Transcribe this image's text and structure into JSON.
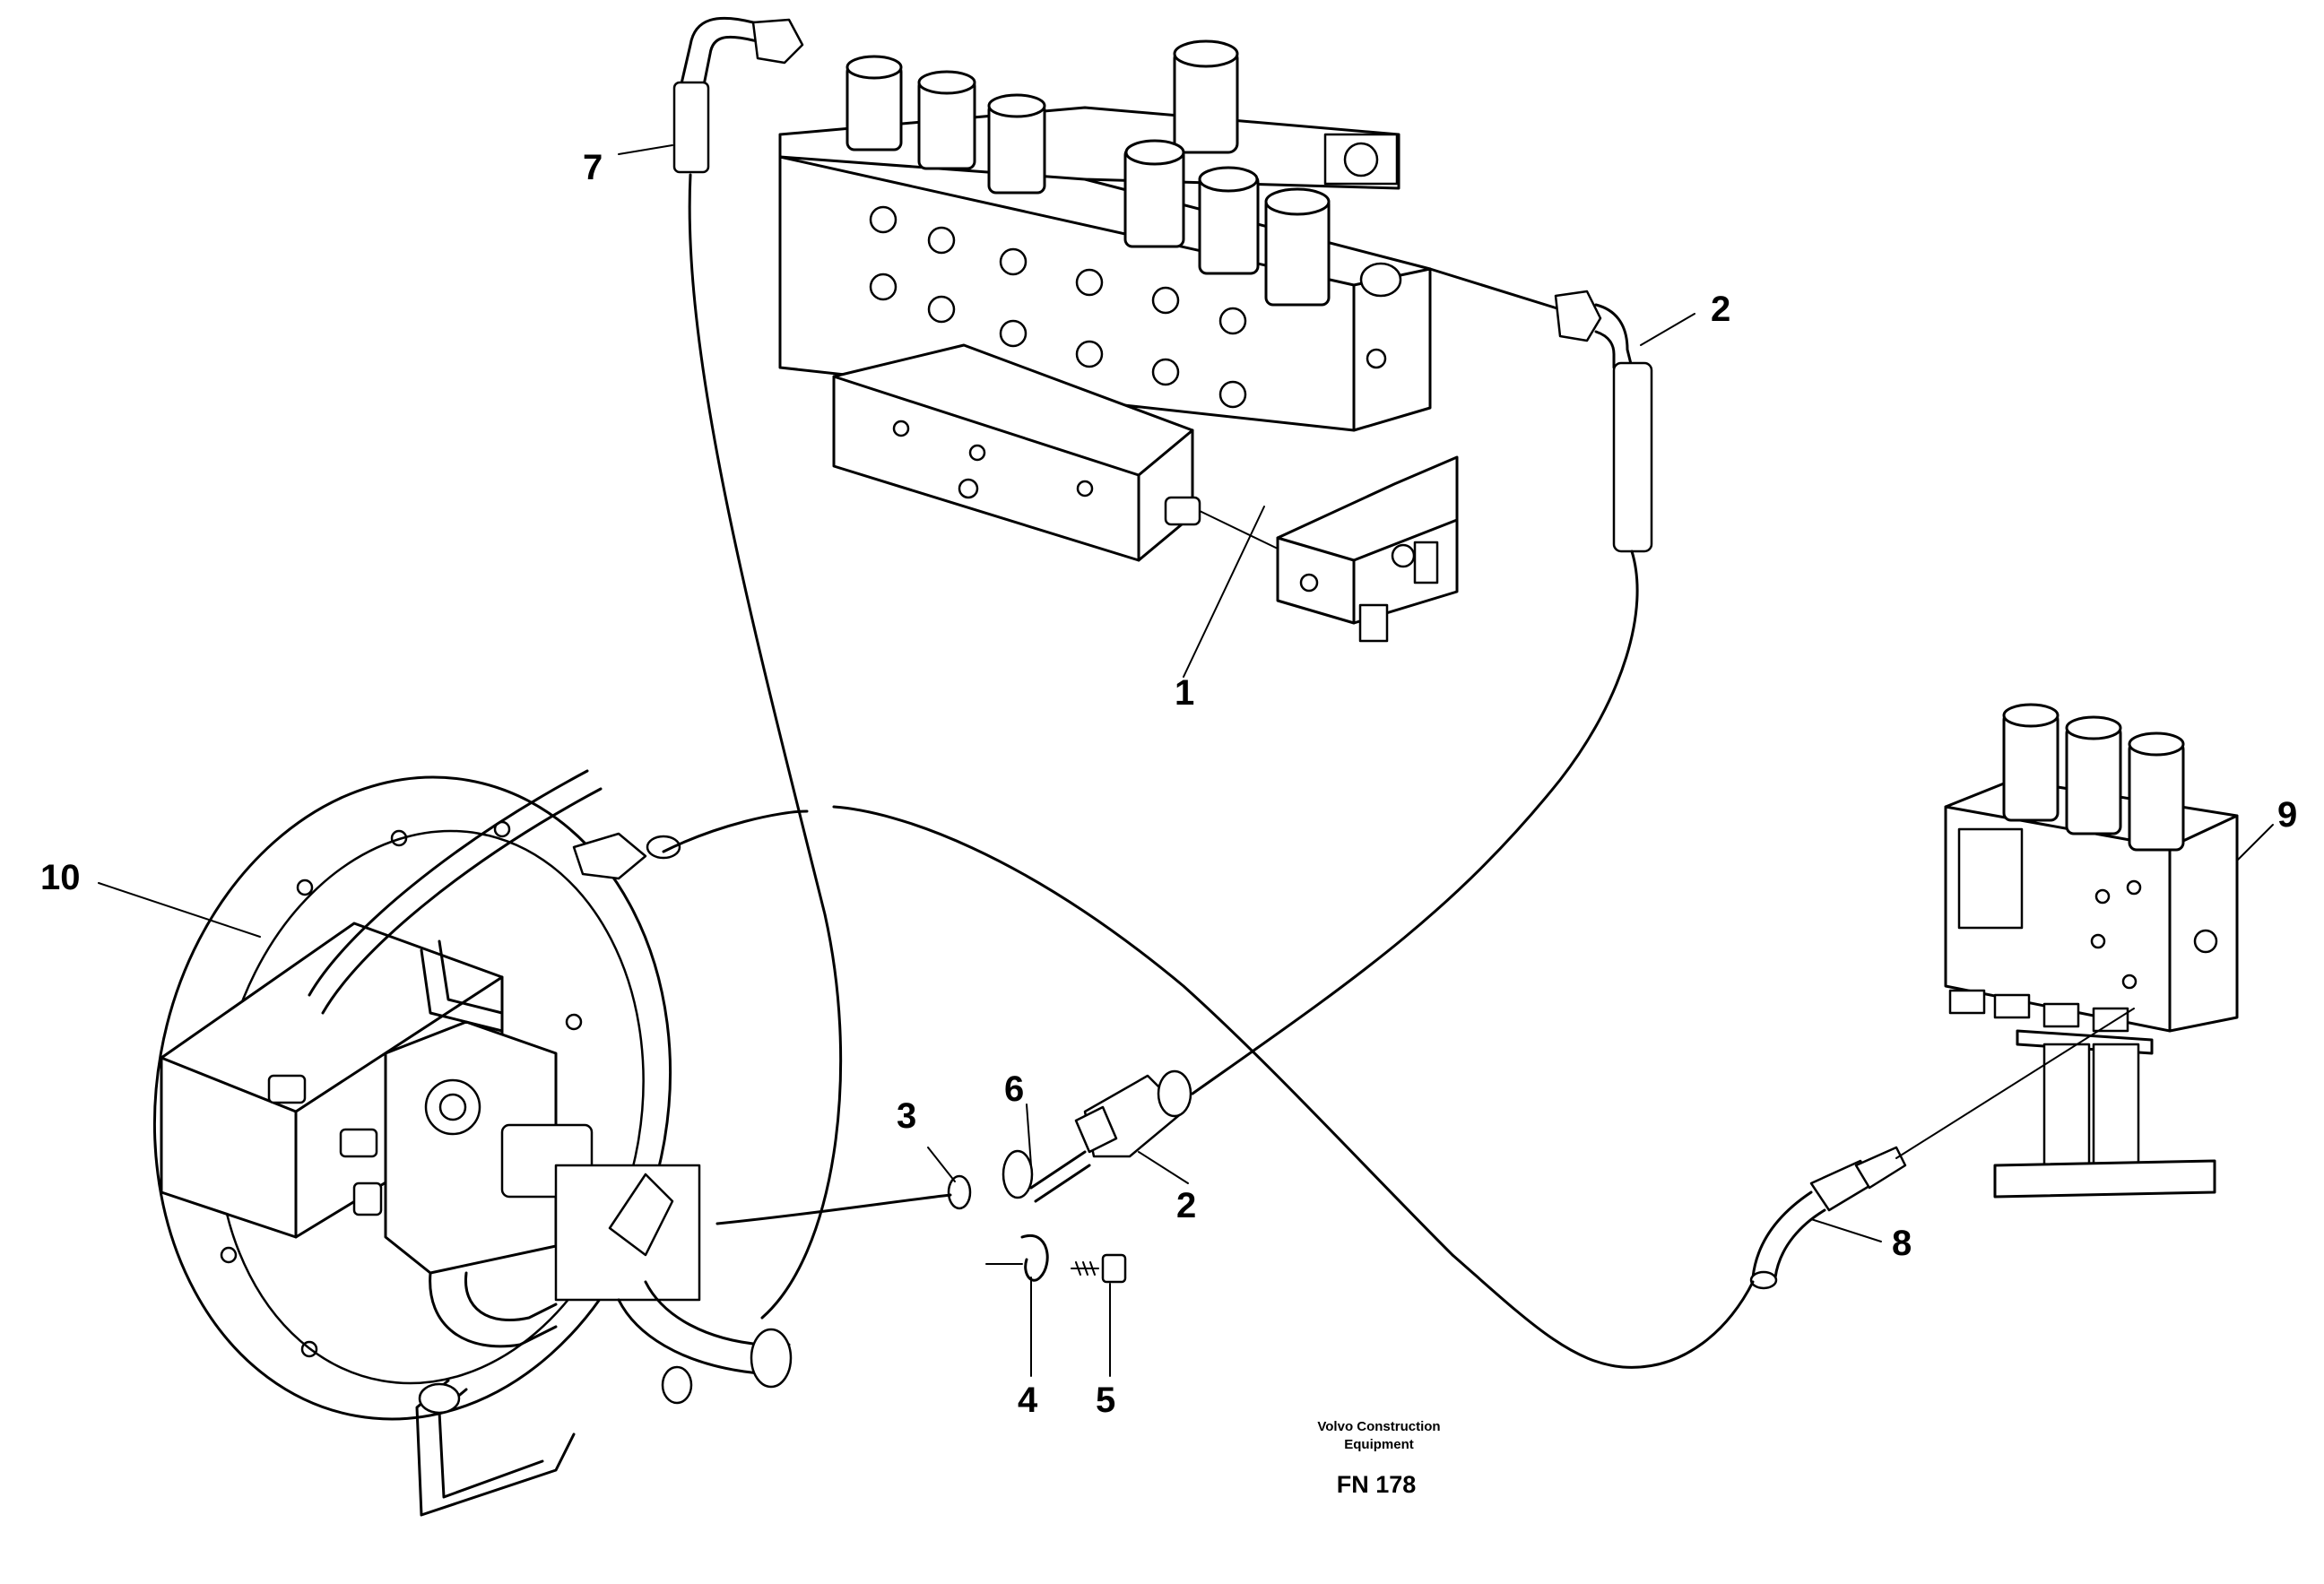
{
  "callouts": {
    "c1": "1",
    "c2a": "2",
    "c2b": "2",
    "c3": "3",
    "c4": "4",
    "c5": "5",
    "c6": "6",
    "c7": "7",
    "c8": "8",
    "c9": "9",
    "c10": "10"
  },
  "footer": {
    "company_line1": "Volvo Construction",
    "company_line2": "Equipment",
    "figure_code": "FN 178"
  }
}
